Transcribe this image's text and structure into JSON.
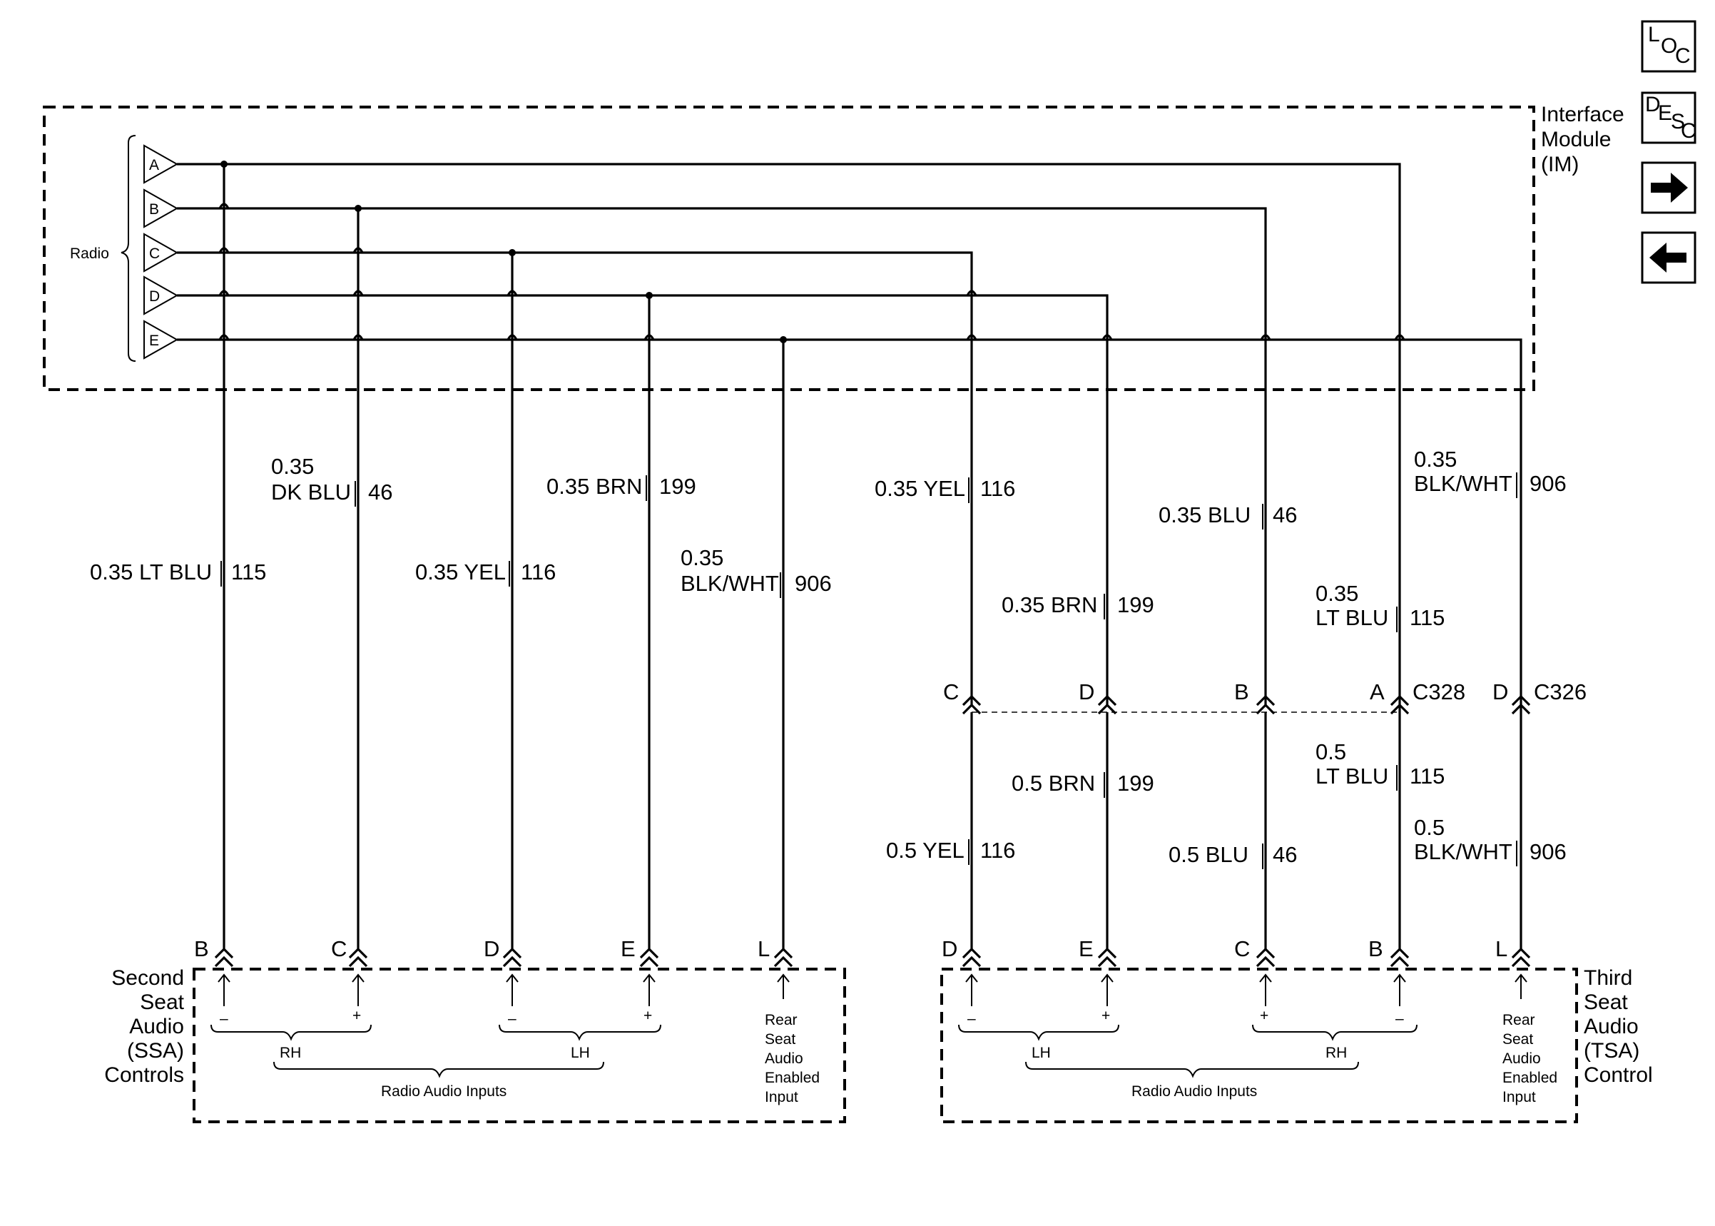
{
  "nav": {
    "loc": {
      "main": "L",
      "sub1": "O",
      "sub2": "C"
    },
    "desc": {
      "main": "D",
      "sub1": "E",
      "sub2": "S",
      "sub3": "C"
    },
    "next_icon": "right-arrow-icon",
    "prev_icon": "left-arrow-icon"
  },
  "interface_module": {
    "line1": "Interface",
    "line2": "Module",
    "line3": "(IM)"
  },
  "radio": {
    "label": "Radio",
    "terminals": [
      "A",
      "B",
      "C",
      "D",
      "E"
    ]
  },
  "wires_upper": {
    "lt_blu": {
      "size": "0.35 LT BLU",
      "circuit": "115"
    },
    "dk_blu": {
      "size": "0.35",
      "color": "DK BLU",
      "circuit": "46"
    },
    "yel": {
      "size": "0.35 YEL",
      "circuit": "116"
    },
    "brn": {
      "size": "0.35 BRN",
      "circuit": "199"
    },
    "blk_wht": {
      "size": "0.35",
      "color": "BLK/WHT",
      "circuit": "906"
    },
    "r_yel": {
      "size": "0.35 YEL",
      "circuit": "116"
    },
    "r_brn": {
      "size": "0.35 BRN",
      "circuit": "199"
    },
    "r_blu": {
      "size": "0.35 BLU",
      "circuit": "46"
    },
    "r_ltblu": {
      "size": "0.35",
      "color": "LT BLU",
      "circuit": "115"
    },
    "r_blkwht": {
      "size": "0.35",
      "color": "BLK/WHT",
      "circuit": "906"
    }
  },
  "connectors": {
    "c328": {
      "name": "C328",
      "pins": [
        "C",
        "D",
        "B",
        "A"
      ]
    },
    "c326": {
      "name": "C326",
      "pin": "D"
    }
  },
  "wires_lower": {
    "yel": {
      "label": "0.5 YEL",
      "circuit": "116"
    },
    "brn": {
      "label": "0.5 BRN",
      "circuit": "199"
    },
    "blu": {
      "label": "0.5 BLU",
      "circuit": "46"
    },
    "ltblu": {
      "size": "0.5",
      "color": "LT BLU",
      "circuit": "115"
    },
    "blkwht": {
      "size": "0.5",
      "color": "BLK/WHT",
      "circuit": "906"
    }
  },
  "ssa": {
    "name": [
      "Second",
      "Seat",
      "Audio",
      "(SSA)",
      "Controls"
    ],
    "pins": [
      "B",
      "C",
      "D",
      "E",
      "L"
    ],
    "rh": "RH",
    "lh": "LH",
    "inputs_label": "Radio Audio Inputs",
    "enable": [
      "Rear",
      "Seat",
      "Audio",
      "Enabled",
      "Input"
    ],
    "minus": "–",
    "plus": "+"
  },
  "tsa": {
    "name": [
      "Third",
      "Seat",
      "Audio",
      "(TSA)",
      "Control"
    ],
    "pins": [
      "D",
      "E",
      "C",
      "B",
      "L"
    ],
    "lh": "LH",
    "rh": "RH",
    "inputs_label": "Radio Audio Inputs",
    "enable": [
      "Rear",
      "Seat",
      "Audio",
      "Enabled",
      "Input"
    ],
    "minus": "–",
    "plus": "+"
  }
}
